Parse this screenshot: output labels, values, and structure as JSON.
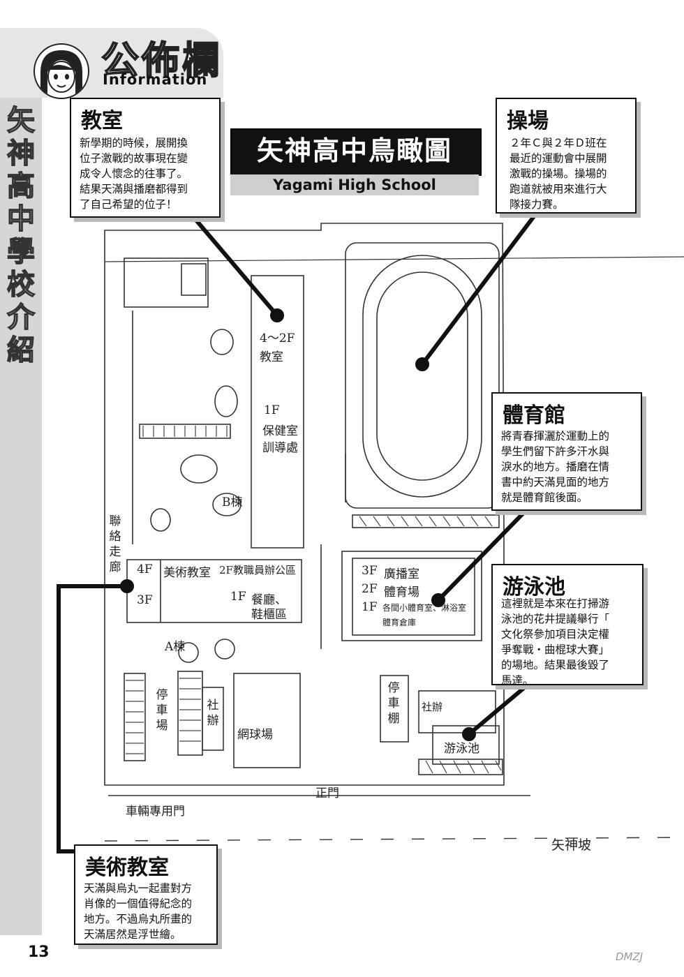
{
  "header": {
    "title": "公佈欄",
    "subtitle": "Information",
    "avatar_icon": "girl-avatar-icon"
  },
  "side_title": "矢神高中 學校介紹",
  "page_title": "矢神高中鳥瞰圖",
  "page_subtitle": "Yagami High School",
  "boxes": {
    "classroom": {
      "heading": "教室",
      "body": "新學期的時候，展開換\n位子激戰的故事現在變\n成令人懷念的往事了。\n結果天滿與播磨都得到\n了自己希望的位子！"
    },
    "field": {
      "heading": "操場",
      "body": "２年Ｃ與２年Ｄ班在\n最近的運動會中展開\n激戰的操場。操場的\n跑道就被用來進行大\n隊接力賽。"
    },
    "gym": {
      "heading": "體育館",
      "body": "將青春揮灑於運動上的\n學生們留下許多汗水與\n淚水的地方。播磨在情\n書中約天滿見面的地方\n就是體育館後面。"
    },
    "pool": {
      "heading": "游泳池",
      "body": "這裡就是本來在打掃游\n泳池的花井提議舉行「\n文化祭參加項目決定權\n爭奪戰・曲棍球大賽」\n的場地。結果最後毀了\n馬達。"
    },
    "art": {
      "heading": "美術教室",
      "body": "天滿與烏丸一起畫對方\n肖像的一個值得紀念的\n地方。不過烏丸所畫的\n天滿居然是浮世繪。"
    }
  },
  "map": {
    "b_floor_upper": "4～2F",
    "b_classroom": "教室",
    "b_floor_ground": "1F",
    "b_health_room": "保健室",
    "b_guidance": "訓導處",
    "b_building": "B棟",
    "corridor": "聯絡走廊",
    "a_floor_4f": "4F",
    "a_floor_3f": "3F",
    "a_art_room": "美術教室",
    "a_staff_room": "2F教職員辦公區",
    "a_floor_1f": "1F",
    "a_cafeteria": "餐廳、",
    "a_shoe_area": "鞋櫃區",
    "a_building": "A棟",
    "g_floor_3f": "3F",
    "g_broadcast": "廣播室",
    "g_floor_2f": "2F",
    "g_gym": "體育場",
    "g_floor_1f": "1F",
    "g_small_rooms": "各間小體育室、淋浴室",
    "g_storage": "體育倉庫",
    "parking_left": "停車場",
    "club_left": "社辦",
    "tennis": "網球場",
    "bike_shed": "停車棚",
    "club_right": "社辦",
    "pool": "游泳池",
    "main_gate": "正門",
    "vehicle_gate": "車輛專用門",
    "slope": "矢神坡"
  },
  "page_number": "13",
  "watermark": "DMZJ"
}
